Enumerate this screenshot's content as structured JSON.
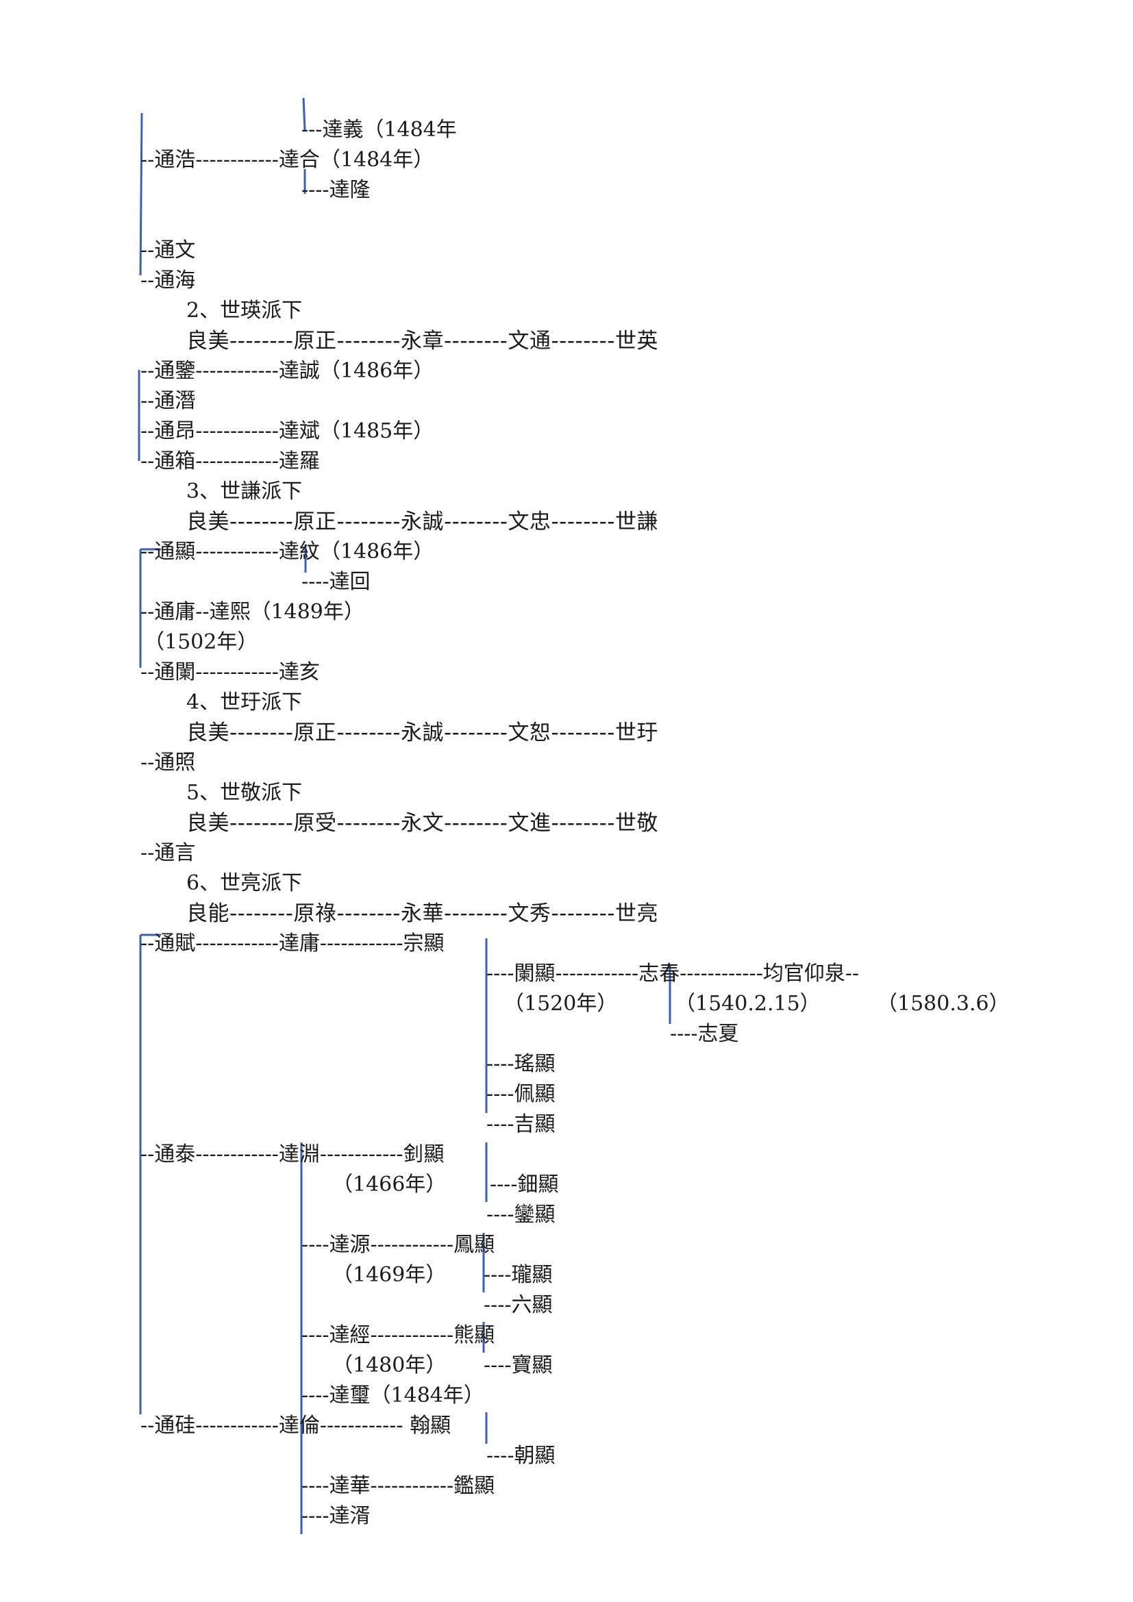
{
  "document": {
    "group1_tail": {
      "dayi": "---達義（1484年",
      "tonghao": "--通浩------------達合（1484年）",
      "dalong": "----達隆",
      "tongwen": "--通文",
      "tonghai": "--通海"
    },
    "section2": {
      "title": "2、世瑛派下",
      "generation": "良美--------原正--------永章--------文通--------世英",
      "r1": "--通鑒------------達誠（1486年）",
      "r2": "--通潛",
      "r3": "--通昂------------達斌（1485年）",
      "r4": "--通箱------------達羅"
    },
    "section3": {
      "title": "3、世謙派下",
      "generation": "良美--------原正--------永誠--------文忠--------世謙",
      "r1": "--通顯------------達紋（1486年）",
      "r2": "----達回",
      "r3": "--通庸--達熙（1489年）",
      "r4": "（1502年）",
      "r5": "--通闌------------達亥"
    },
    "section4": {
      "title": "4、世玗派下",
      "generation": "良美--------原正--------永誠--------文恕--------世玗",
      "r1": "--通照"
    },
    "section5": {
      "title": "5、世敬派下",
      "generation": "良美--------原受--------永文--------文進--------世敬",
      "r1": "--通言"
    },
    "section6": {
      "title": "6、世亮派下",
      "generation": "良能--------原祿--------永華--------文秀--------世亮",
      "tongfu": "--通賦------------達庸------------宗顯",
      "lanxian": "----闌顯------------志春------------均官仰泉--",
      "lanxian_year": "（1520年）",
      "zhichun_date": "（1540.2.15）",
      "junguan_date": "（1580.3.6）",
      "zhixia": "----志夏",
      "yaoxian": "----瑤顯",
      "peixian": "----佩顯",
      "jixian": "----吉顯",
      "tongtai": "--通泰------------達淵------------釗顯",
      "dayuan_year": "（1466年）",
      "dianxian": "----鈿顯",
      "luanxian": "----鑾顯",
      "dayuan2": "----達源------------鳳顯",
      "dayuan2_year": "（1469年）",
      "longxian": "----瓏顯",
      "liuxian": "----六顯",
      "dajing": "----達經------------熊顯",
      "dajing_year": "（1480年）",
      "baoxian": "----寶顯",
      "daxi": "----達璽（1484年）",
      "tonggui": "--通硅------------達倫------------ 翰顯",
      "chaoxian": "----朝顯",
      "dahua": "----達華------------鑑顯",
      "daxu": "----達湑"
    }
  }
}
